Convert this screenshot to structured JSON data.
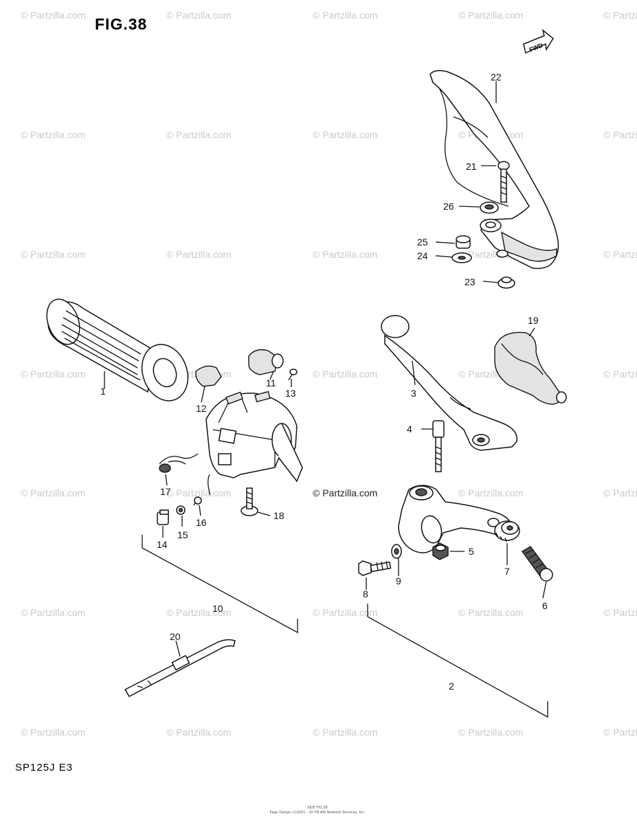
{
  "figure": {
    "title": "FIG.38",
    "model_code": "SP125J  E3",
    "fwd_label": "FWD",
    "center_watermark": "© Partzilla.com",
    "footer_line1": "SIDE FIG.38",
    "footer_line2": "Page Design (c)2001 - 20 TN ARI Network Services, Inc."
  },
  "watermark": {
    "text": "© Partzilla.com"
  },
  "callouts": [
    "1",
    "2",
    "3",
    "4",
    "5",
    "6",
    "7",
    "8",
    "9",
    "10",
    "11",
    "12",
    "13",
    "14",
    "15",
    "16",
    "17",
    "18",
    "19",
    "20",
    "21",
    "22",
    "23",
    "24",
    "25",
    "26"
  ]
}
